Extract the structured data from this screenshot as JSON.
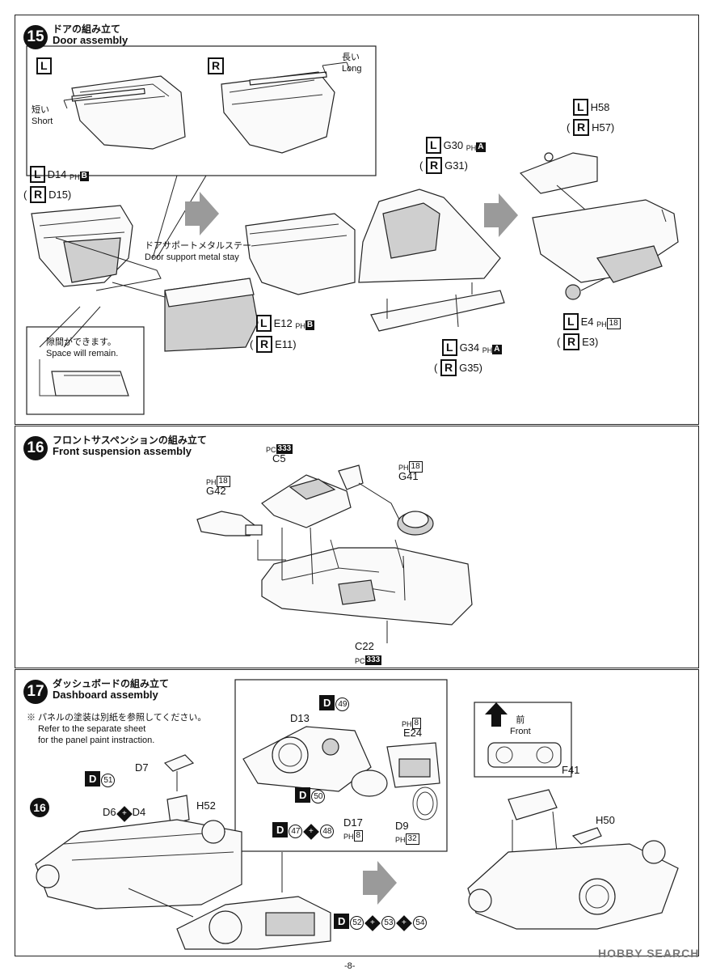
{
  "step15": {
    "number": "15",
    "title_jp": "ドアの組み立て",
    "title_en": "Door assembly",
    "inset": {
      "left_side": "L",
      "right_side": "R",
      "long_jp": "長い",
      "long_en": "Long",
      "short_jp": "短い",
      "short_en": "Short"
    },
    "parts": {
      "d14": "D14",
      "d15": "D15)",
      "e12": "E12",
      "e11": "E11)",
      "g30": "G30",
      "g31": "G31)",
      "g34": "G34",
      "g35": "G35)",
      "h58": "H58",
      "h57": "H57)",
      "e4": "E4",
      "e3": "E3)"
    },
    "paint": {
      "b": "B",
      "a": "A",
      "n18": "18"
    },
    "stay_jp": "ドアサポートメタルステー",
    "stay_en": "Door support metal stay",
    "gap_jp": "隙間ができます。",
    "gap_en": "Space will remain."
  },
  "step16": {
    "number": "16",
    "title_jp": "フロントサスペンションの組み立て",
    "title_en": "Front suspension assembly",
    "parts": {
      "c5": "C5",
      "g42": "G42",
      "g41": "G41",
      "c22": "C22"
    },
    "paint": {
      "n333": "333",
      "n18": "18"
    }
  },
  "step17": {
    "number": "17",
    "title_jp": "ダッシュボードの組み立て",
    "title_en": "Dashboard assembly",
    "note_jp": "※ パネルの塗装は別紙を参照してください。",
    "note_en1": "Refer to the separate sheet",
    "note_en2": "for the panel paint instraction.",
    "parts": {
      "d7": "D7",
      "h52": "H52",
      "d6": "D6",
      "d4": "D4",
      "d13": "D13",
      "e24": "E24",
      "d17": "D17",
      "d9": "D9",
      "f41": "F41",
      "h50": "H50"
    },
    "paint": {
      "d": "D",
      "n51": "51",
      "n49": "49",
      "n50": "50",
      "n47": "47",
      "n48": "48",
      "n52": "52",
      "n53": "53",
      "n54": "54",
      "n8": "8",
      "n32": "32"
    },
    "ref_step": "16",
    "front_jp": "前",
    "front_en": "Front"
  },
  "footer": {
    "page": "-8-",
    "watermark": "HOBBY SEARCH"
  }
}
